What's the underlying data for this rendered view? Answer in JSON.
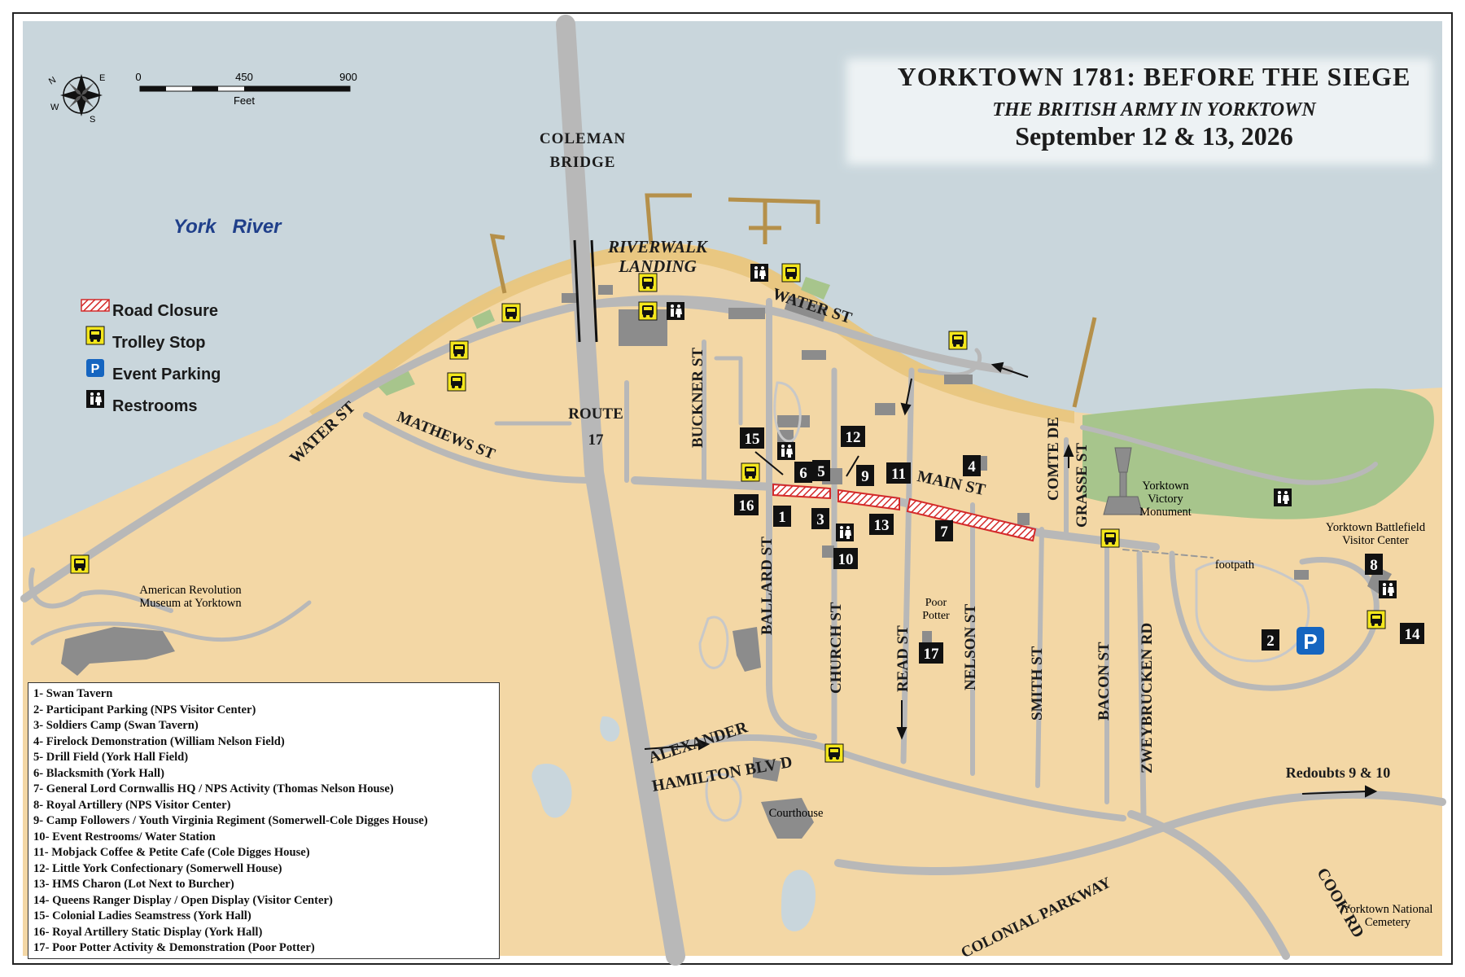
{
  "title": {
    "main": "YORKTOWN 1781: BEFORE THE SIEGE",
    "subtitle": "THE BRITISH ARMY IN YORKTOWN",
    "dates": "September 12 & 13, 2026"
  },
  "scale": {
    "ticks": [
      "0",
      "450",
      "900"
    ],
    "unit": "Feet"
  },
  "compass": {
    "n": "N",
    "e": "E",
    "s": "S",
    "w": "W"
  },
  "symbols": {
    "road_closure": "Road Closure",
    "trolley_stop": "Trolley Stop",
    "event_parking": "Event Parking",
    "restrooms": "Restrooms",
    "parking_glyph": "P"
  },
  "colors": {
    "water": "#c9d6dc",
    "land": "#f3d7a5",
    "beach": "#e8c67e",
    "green": "#a7c58c",
    "road": "#b8b8b8",
    "building": "#8c8c8c",
    "closure": "#d42a2a",
    "trolley": "#f4e61c",
    "parking": "#1565c0",
    "marker": "#111111"
  },
  "labels": {
    "york_river": "York   River",
    "coleman_1": "COLEMAN",
    "coleman_2": "BRIDGE",
    "riverwalk_1": "RIVERWALK",
    "riverwalk_2": "LANDING",
    "water_st_top": "WATER ST",
    "water_st_left": "WATER ST",
    "mathews_st": "MATHEWS ST",
    "route_1": "ROUTE",
    "route_2": "17",
    "buckner_st": "BUCKNER ST",
    "ballard_st": "BALLARD ST",
    "church_st": "CHURCH ST",
    "read_st": "READ ST",
    "nelson_st": "NELSON ST",
    "smith_st": "SMITH ST",
    "bacon_st": "BACON ST",
    "zweybrucken_rd": "ZWEYBRUCKEN RD",
    "comte_1": "COMTE DE",
    "comte_2": "GRASSE ST",
    "main_st": "MAIN ST",
    "alexander": "ALEXANDER",
    "hamilton": "HAMILTON BLV D",
    "colonial_parkway": "COLONIAL PARKWAY",
    "cook_rd": "COOK RD",
    "museum_1": "American Revolution",
    "museum_2": "Museum at Yorktown",
    "monument_1": "Yorktown",
    "monument_2": "Victory",
    "monument_3": "Monument",
    "visitor_1": "Yorktown Battlefield",
    "visitor_2": "Visitor Center",
    "footpath": "footpath",
    "poor_potter_1": "Poor",
    "poor_potter_2": "Potter",
    "courthouse": "Courthouse",
    "redoubts": "Redoubts 9 & 10",
    "cemetery_1": "Yorktown National",
    "cemetery_2": "Cemetery"
  },
  "markers": [
    "1",
    "2",
    "3",
    "4",
    "5",
    "6",
    "7",
    "8",
    "9",
    "10",
    "11",
    "12",
    "13",
    "14",
    "15",
    "16",
    "17"
  ],
  "legend_items": [
    "1- Swan Tavern",
    "2- Participant Parking (NPS Visitor Center)",
    "3- Soldiers Camp (Swan Tavern)",
    "4- Firelock Demonstration (William Nelson Field)",
    "5- Drill Field (York Hall Field)",
    "6- Blacksmith (York Hall)",
    "7- General Lord Cornwallis HQ / NPS Activity (Thomas Nelson House)",
    "8- Royal Artillery (NPS Visitor Center)",
    "9- Camp Followers / Youth Virginia Regiment (Somerwell-Cole Digges House)",
    "10- Event Restrooms/ Water Station",
    "11- Mobjack Coffee & Petite Cafe (Cole Digges House)",
    "12- Little York Confectionary (Somerwell House)",
    "13- HMS Charon (Lot Next to Burcher)",
    "14- Queens Ranger Display / Open Display (Visitor Center)",
    "15- Colonial Ladies Seamstress (York Hall)",
    "16- Royal Artillery Static Display (York Hall)",
    "17- Poor Potter Activity & Demonstration (Poor Potter)"
  ]
}
